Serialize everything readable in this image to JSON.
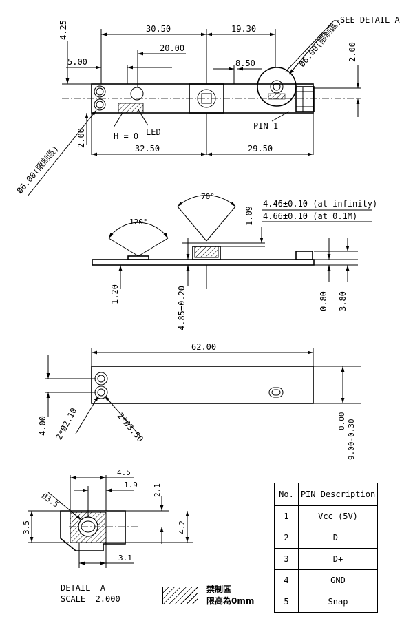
{
  "top_view": {
    "see_detail": "SEE DETAIL  A",
    "dims": {
      "d_4_25": "4.25",
      "d_30_50": "30.50",
      "d_19_30": "19.30",
      "d_20_00": "20.00",
      "d_5_00": "5.00",
      "d_8_50": "8.50",
      "d_2_00_right": "2.00",
      "d_2_00_left": "2.00",
      "d_32_50": "32.50",
      "d_29_50": "29.50"
    },
    "phi_right": "Ø6.00(限制區)",
    "phi_left": "Ø6.00(限制區)",
    "h0": "H = 0",
    "led": "LED",
    "pin1": "PIN 1"
  },
  "side_view": {
    "angle_70": "70°",
    "angle_120": "120°",
    "d_1_09": "1.09",
    "focus_inf": "4.46±0.10 (at infinity)",
    "focus_01m": "4.66±0.10 (at 0.1M)",
    "d_1_20": "1.20",
    "d_4_85": "4.85±0.20",
    "d_0_80": "0.80",
    "d_3_80": "3.80"
  },
  "bottom_view": {
    "d_62_00": "62.00",
    "d_4_00": "4.00",
    "hole_small": "2*Ø2.10",
    "hole_large": "2*Ø3.50",
    "d_9_00_a": "9.00",
    "d_9_00_b": "9.00-0.30",
    "d_0_00": "0.00"
  },
  "detail_a": {
    "d_4_5": "4.5",
    "d_1_9": "1.9",
    "d_2_1": "2.1",
    "d_phi_3_5": "Ø3.5",
    "d_3_5": "3.5",
    "d_4_2": "4.2",
    "d_3_1": "3.1",
    "title": "DETAIL  A",
    "scale": "SCALE  2.000"
  },
  "legend": {
    "line1": "禁制區",
    "line2": "限高為0mm"
  },
  "pin_table": {
    "headers": [
      "No.",
      "PIN Description"
    ],
    "rows": [
      {
        "no": "1",
        "desc": "Vcc (5V)"
      },
      {
        "no": "2",
        "desc": "D-"
      },
      {
        "no": "3",
        "desc": "D+"
      },
      {
        "no": "4",
        "desc": "GND"
      },
      {
        "no": "5",
        "desc": "Snap"
      }
    ]
  }
}
